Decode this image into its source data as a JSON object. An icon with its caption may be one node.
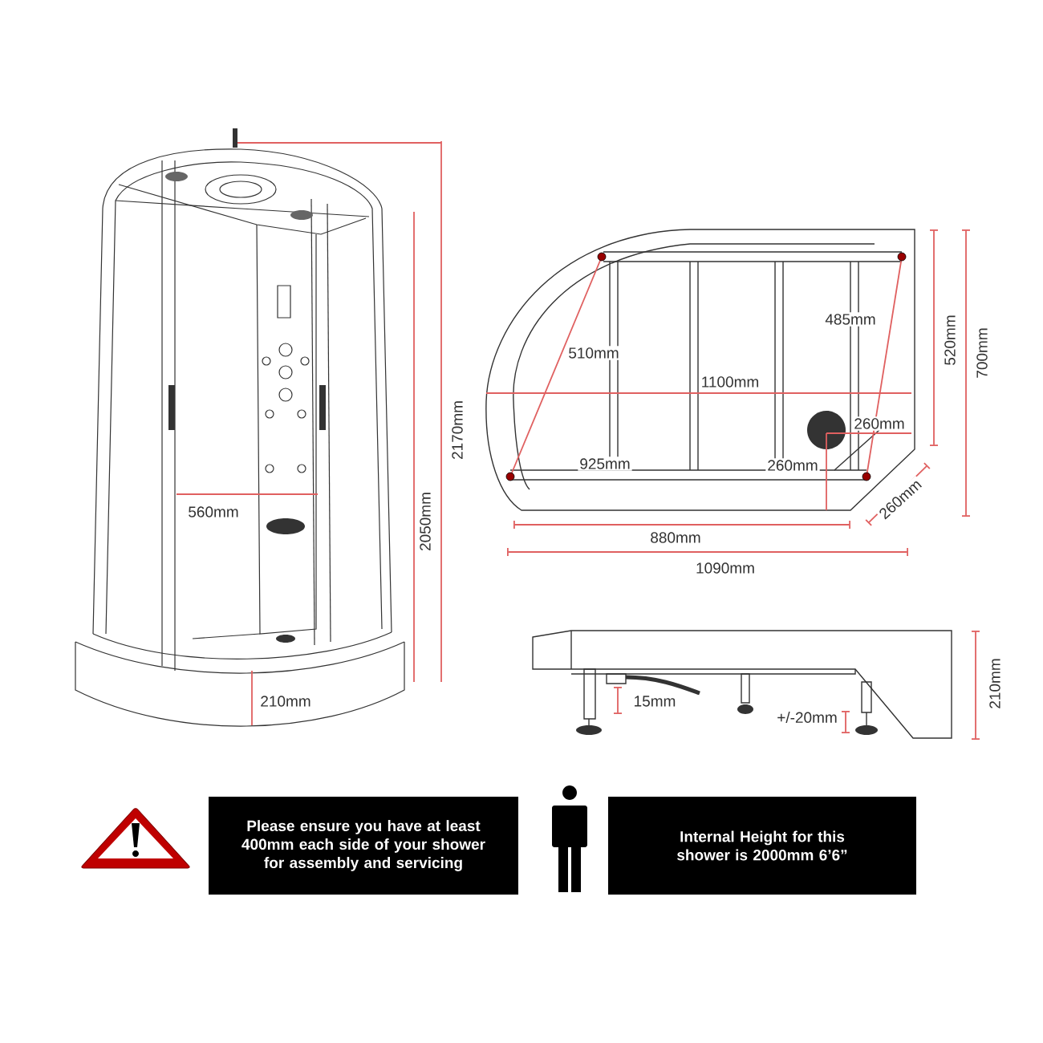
{
  "diagram": {
    "nodes": [
      {
        "text": [
          "Please ensure you have at least 400mm each side of your shower for assembly and servicing"
        ]
      },
      {
        "text": [
          "Internal Height for this shower is 2000mm 6’6”"
        ]
      }
    ],
    "labels": [
      "560mm",
      "2170mm",
      "2050mm",
      "210mm",
      "510mm",
      "485mm",
      "1100mm",
      "260mm",
      "925mm",
      "260mm",
      "520mm",
      "700mm",
      "260mm",
      "880mm",
      "1090mm",
      "15mm",
      "+/-20mm",
      "210mm"
    ]
  }
}
